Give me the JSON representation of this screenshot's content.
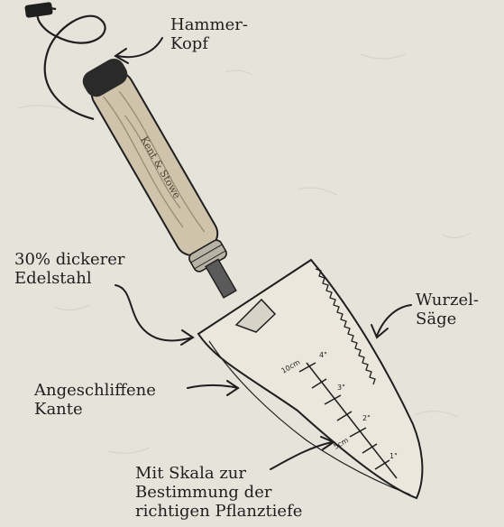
{
  "colors": {
    "background": "#e6e3da",
    "ink": "#1e1e1e",
    "wood": "#cfc3ab",
    "blade": "#ebe7dd",
    "cap": "#2a2a2a"
  },
  "handle": {
    "brand_text": "Kent & Stowe"
  },
  "scale": {
    "metric": [
      "10cm",
      "5cm"
    ],
    "imperial": [
      "4\"",
      "3\"",
      "2\"",
      "1\""
    ]
  },
  "labels": {
    "hammer": [
      "Hammer-",
      "Kopf"
    ],
    "steel": [
      "30% dickerer",
      "Edelstahl"
    ],
    "saw": [
      "Wurzel-",
      "Säge"
    ],
    "edge": [
      "Angeschliffene",
      "Kante"
    ],
    "scale_note": [
      "Mit Skala zur",
      "Bestimmung der",
      "richtigen Pflanztiefe"
    ]
  }
}
